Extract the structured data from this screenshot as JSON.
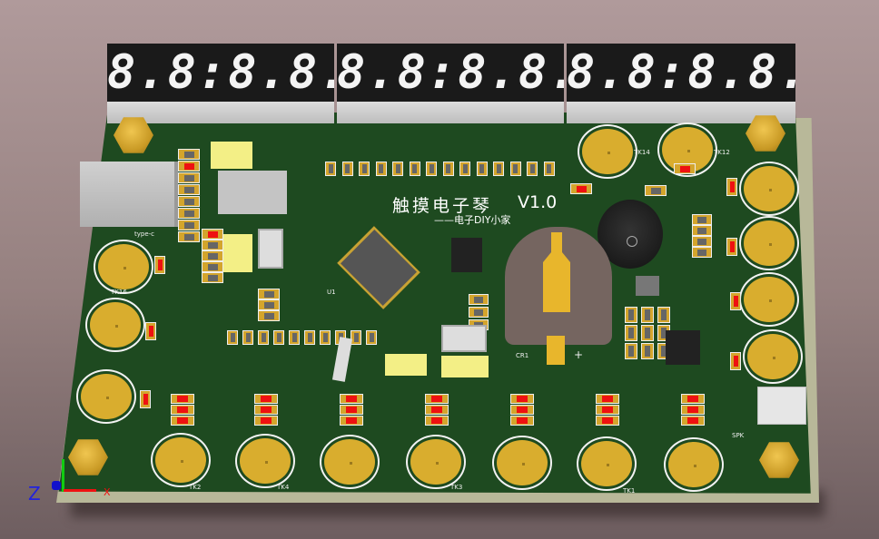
{
  "viewport": {
    "axis_labels": {
      "z": "Z",
      "x": "X"
    }
  },
  "board": {
    "title": "触摸电子琴",
    "version": "V1.0",
    "subtitle": "——电子DIY小家",
    "displays": [
      "8.8:8.8.",
      "8.8:8.8.",
      "8.8:8.8."
    ],
    "designators": {
      "battery": "CR1",
      "speaker": "SPK",
      "usb": "type-c",
      "mcu": "U1",
      "buzzer_mark": "+"
    },
    "pad_labels": [
      "TK14",
      "TK12",
      "TK16",
      "TK2",
      "TK4",
      "TK3",
      "TK1"
    ],
    "colors": {
      "board": "#1e4a20",
      "pad": "#d9ad2e",
      "led": "#e11111"
    }
  }
}
